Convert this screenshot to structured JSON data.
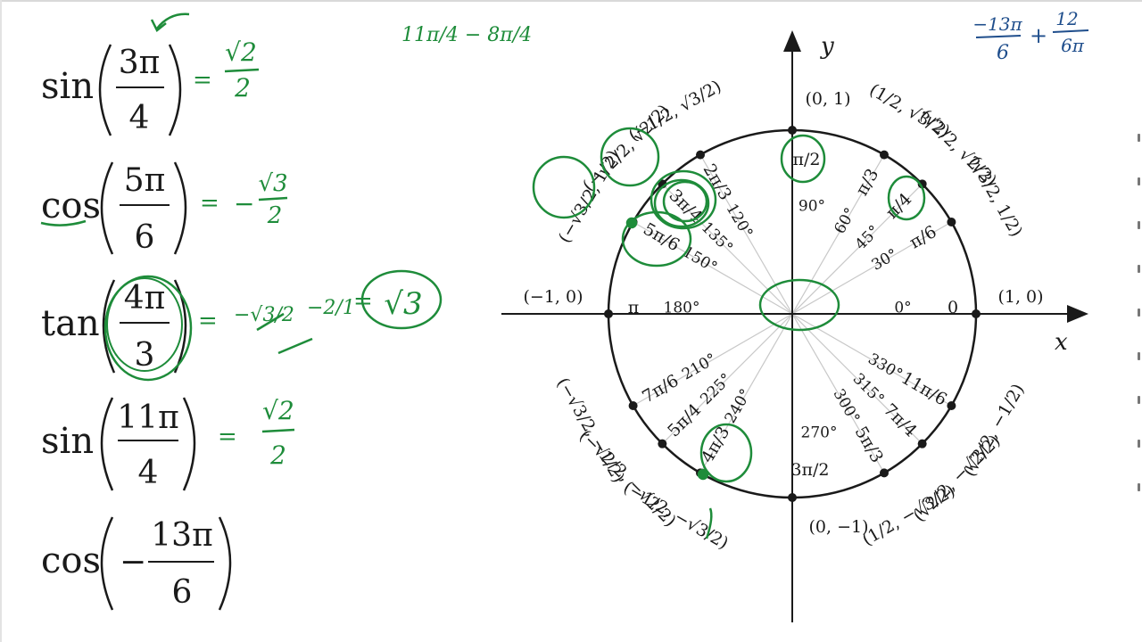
{
  "problems": [
    {
      "func": "sin",
      "sign": "",
      "num": "3π",
      "den": "4",
      "answer_num": "√2",
      "answer_den": "2",
      "answer_sign": ""
    },
    {
      "func": "cos",
      "sign": "",
      "num": "5π",
      "den": "6",
      "answer_num": "√3",
      "answer_den": "2",
      "answer_sign": "−"
    },
    {
      "func": "tan",
      "sign": "",
      "num": "4π",
      "den": "3",
      "answer": "√3"
    },
    {
      "func": "sin",
      "sign": "",
      "num": "11π",
      "den": "4",
      "answer_num": "√2",
      "answer_den": "2",
      "answer_sign": ""
    },
    {
      "func": "cos",
      "sign": "−",
      "num": "13π",
      "den": "6"
    }
  ],
  "notes": {
    "mid_top": "11π/4 − 8π/4",
    "right_top_a_num": "−13π",
    "right_top_a_den": "6",
    "right_top_plus": "+",
    "right_top_b_num": "12",
    "right_top_b_den": "6π",
    "tan_work_a": "−√3/2",
    "tan_work_b": "−2/1",
    "eq": "="
  },
  "circle": {
    "y_axis": "y",
    "x_axis": "x",
    "points": [
      {
        "deg": "0°",
        "rad": "0",
        "coord": "(1, 0)"
      },
      {
        "deg": "30°",
        "rad": "π/6",
        "coord": "(√3/2, 1/2)"
      },
      {
        "deg": "45°",
        "rad": "π/4",
        "coord": "(√2/2, √2/2)"
      },
      {
        "deg": "60°",
        "rad": "π/3",
        "coord": "(1/2, √3/2)"
      },
      {
        "deg": "90°",
        "rad": "π/2",
        "coord": "(0, 1)"
      },
      {
        "deg": "120°",
        "rad": "2π/3",
        "coord": "(−1/2, √3/2)"
      },
      {
        "deg": "135°",
        "rad": "3π/4",
        "coord": "(−√2/2, √2/2)"
      },
      {
        "deg": "150°",
        "rad": "5π/6",
        "coord": "(−√3/2, 1/2)"
      },
      {
        "deg": "180°",
        "rad": "π",
        "coord": "(−1, 0)"
      },
      {
        "deg": "210°",
        "rad": "7π/6",
        "coord": "(−√3/2, −1/2)"
      },
      {
        "deg": "225°",
        "rad": "5π/4",
        "coord": "(−√2/2, −√2/2)"
      },
      {
        "deg": "240°",
        "rad": "4π/3",
        "coord": "(−1/2, −√3/2)"
      },
      {
        "deg": "270°",
        "rad": "3π/2",
        "coord": "(0, −1)"
      },
      {
        "deg": "300°",
        "rad": "5π/3",
        "coord": "(1/2, −√3/2)"
      },
      {
        "deg": "315°",
        "rad": "7π/4",
        "coord": "(√2/2, −√2/2)"
      },
      {
        "deg": "330°",
        "rad": "11π/6",
        "coord": "(√3/2, −1/2)"
      }
    ]
  },
  "colors": {
    "ink": "#1a1a1a",
    "green": "#1e8c3a",
    "blue": "#1f4e8c",
    "ray": "#c8c8c8"
  }
}
